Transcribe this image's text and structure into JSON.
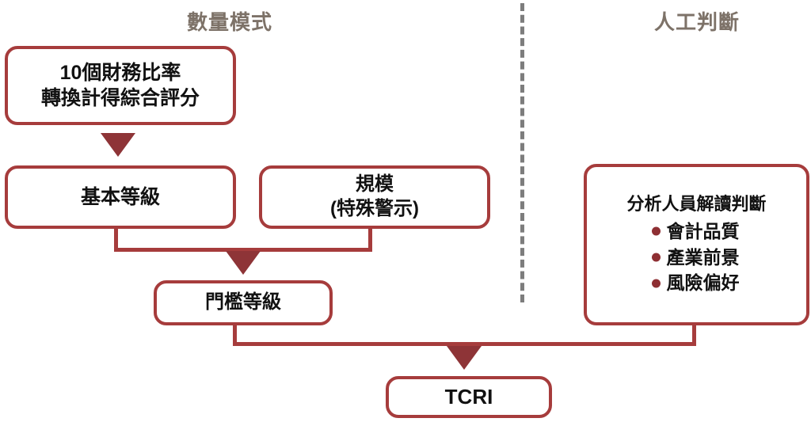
{
  "diagram": {
    "title_quant": "數量模式",
    "title_human": "人工判斷",
    "nodes": {
      "ratios_line1": "10個財務比率",
      "ratios_line2": "轉換計得綜合評分",
      "base_grade": "基本等級",
      "scale_line1": "規模",
      "scale_line2": "(特殊警示)",
      "threshold_grade": "門檻等級",
      "final": "TCRI",
      "analyst_heading": "分析人員解讀判斷",
      "analyst_items": [
        "會計品質",
        "產業前景",
        "風險偏好"
      ]
    },
    "colors": {
      "box_border": "#a63c3c",
      "arrow_fill": "#8e3437",
      "bullet": "#8e2f33",
      "section_title": "#7d7268",
      "divider": "#7d7d7d",
      "text": "#111111",
      "background": "#ffffff"
    }
  }
}
